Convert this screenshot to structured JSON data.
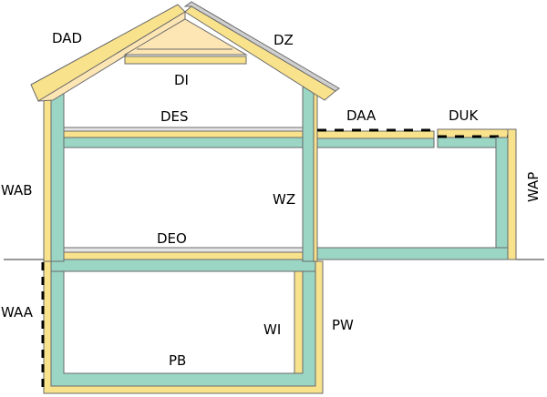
{
  "colors": {
    "insulation": "#f9e28c",
    "insulation_light": "#fde6b4",
    "interior": "#9bd6c4",
    "outline": "#6a6a6a",
    "roof_membrane": "#cfcfcf",
    "sealing": "#000000",
    "ground_line": "#333333"
  },
  "labels": {
    "DAD": "DAD",
    "DZ": "DZ",
    "DI": "DI",
    "DES": "DES",
    "DAA": "DAA",
    "DUK": "DUK",
    "WAB": "WAB",
    "WZ": "WZ",
    "WAP": "WAP",
    "DEO": "DEO",
    "WAA": "WAA",
    "WI": "WI",
    "PW": "PW",
    "PB": "PB"
  }
}
